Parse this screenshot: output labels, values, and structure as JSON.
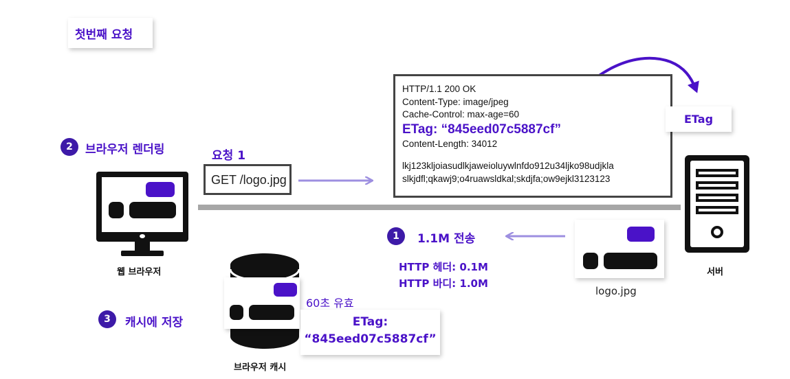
{
  "title": "첫번째 요청",
  "steps": {
    "render": {
      "number": "2",
      "label": "브라우저 렌더링"
    },
    "transfer": {
      "number": "1",
      "label": "1.1M 전송"
    },
    "cache": {
      "number": "3",
      "label": "캐시에 저장"
    }
  },
  "request": {
    "caption": "요청 1",
    "line": "GET /logo.jpg"
  },
  "response": {
    "status": "HTTP/1.1 200 OK",
    "content_type": "Content-Type: image/jpeg",
    "cache_control": "Cache-Control: max-age=60",
    "etag": "ETag: “845eed07c5887cf”",
    "content_length": "Content-Length: 34012",
    "body_line1": "lkj123kljoiasudlkjaweioluywlnfdo912u34ljko98udjkla",
    "body_line2": "slkjdfl;qkawj9;o4ruawsldkal;skdjfa;ow9ejkl3123123"
  },
  "server_etag_card": "ETag",
  "sizes": {
    "header": "HTTP 헤더: 0.1M",
    "body": "HTTP 바디: 1.0M"
  },
  "captions": {
    "browser": "웹 브라우저",
    "server": "서버",
    "file": "logo.jpg",
    "cache": "브라우저 캐시",
    "valid": "60초 유효"
  },
  "cache_etag": {
    "line1": "ETag:",
    "line2": "“845eed07c5887cf”"
  },
  "colors": {
    "accent": "#4a12c8",
    "badge": "#3d1aa8",
    "arrow": "#9d8fe0",
    "line": "#a6a6a6",
    "dark": "#111111"
  }
}
